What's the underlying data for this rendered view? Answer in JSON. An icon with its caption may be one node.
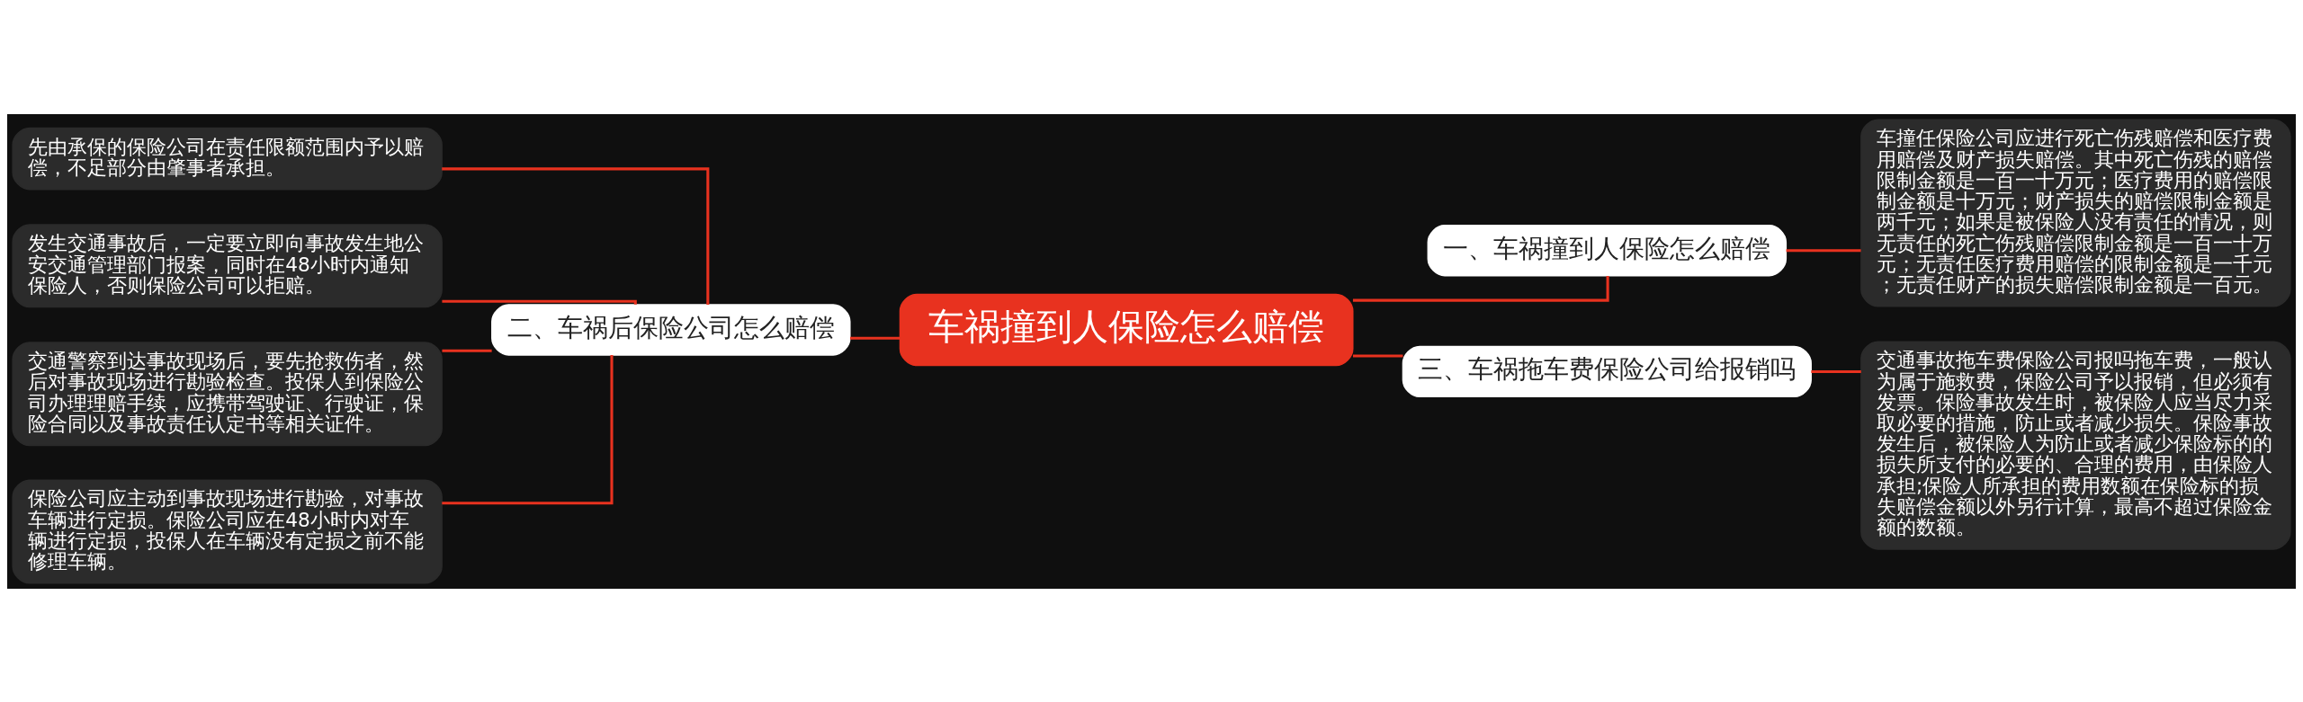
{
  "diagram": {
    "nodes": [
      {
        "text": [
          "车祸撞到人保险怎么赔偿"
        ]
      },
      {
        "text": [
          "二、车祸后保险公司怎么赔偿"
        ]
      },
      {
        "text": [
          "先由承保的保险公司在责任限额范围内予以赔偿，不足部分由肇事者承担。"
        ]
      },
      {
        "text": [
          "发生交通事故后，一定要立即向事故发生地公安交通管理部门报案，同时在48小时内通知保险人，否则保险公司可以拒赔。"
        ]
      },
      {
        "text": [
          "交通警察到达事故现场后，要先抢救伤者，然后对事故现场进行勘验检查。投保人到保险公司办理理赔手续，应携带驾驶证、行驶证，保险合同以及事故责任认定书等相关证件。"
        ]
      },
      {
        "text": [
          "保险公司应主动到事故现场进行勘验，对事故车辆进行定损。保险公司应在48小时内对车辆进行定损，投保人在车辆没有定损之前不能修理车辆。"
        ]
      },
      {
        "text": [
          "一、车祸撞到人保险怎么赔偿"
        ]
      },
      {
        "text": [
          "车撞任保险公司应进行死亡伤残赔偿和医疗费用赔偿及财产损失赔偿。其中死亡伤残的赔偿限制金额是一百一十万元；医疗费用的赔偿限制金额是十万元；财产损失的赔偿限制金额是两千元；如果是被保险人没有责任的情况，则无责任的死亡伤残赔偿限制金额是一百一十万元；无责任医疗费用赔偿的限制金额是一千元；无责任财产的损失赔偿限制金额是一百元。"
        ]
      },
      {
        "text": [
          "三、车祸拖车费保险公司给报销吗"
        ]
      },
      {
        "text": [
          "交通事故拖车费保险公司报吗拖车费，一般认为属于施救费，保险公司予以报销，但必须有发票。保险事故发生时，被保险人应当尽力采取必要的措施，防止或者减少损失。保险事故发生后，被保险人为防止或者减少保险标的的损失所支付的必要的、合理的费用，由保险人承担;保险人所承担的费用数额在保险标的损失赔偿金额以外另行计算，最高不超过保险金额的数额。"
        ]
      }
    ],
    "edges": [
      {
        "from": 0,
        "to": 1,
        "arrow": "none"
      },
      {
        "from": 1,
        "to": 2,
        "arrow": "none"
      },
      {
        "from": 1,
        "to": 3,
        "arrow": "none"
      },
      {
        "from": 1,
        "to": 4,
        "arrow": "none"
      },
      {
        "from": 1,
        "to": 5,
        "arrow": "none"
      },
      {
        "from": 0,
        "to": 6,
        "arrow": "none"
      },
      {
        "from": 6,
        "to": 7,
        "arrow": "none"
      },
      {
        "from": 0,
        "to": 8,
        "arrow": "none"
      },
      {
        "from": 8,
        "to": 9,
        "arrow": "none"
      }
    ]
  }
}
